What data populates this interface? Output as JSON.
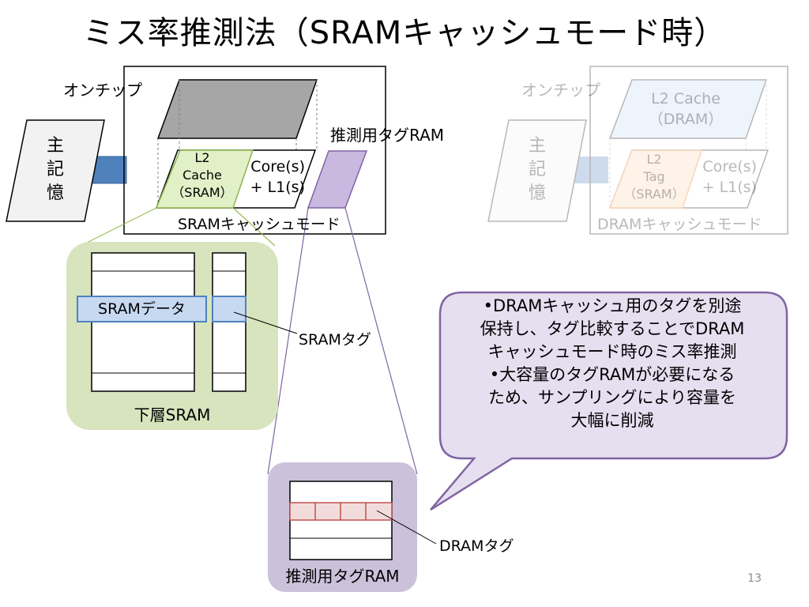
{
  "title": "ミス率推測法（SRAMキャッシュモード時）",
  "left_diagram": {
    "onchip_label": "オンチップ",
    "main_memory_label": [
      "主",
      "記",
      "憶"
    ],
    "l2_cache_label": [
      "L2",
      "Cache",
      "（SRAM）"
    ],
    "core_label": [
      "Core(s)",
      "+ L1(s)"
    ],
    "tag_ram_label": "推測用タグRAM",
    "mode_label": "SRAMキャッシュモード"
  },
  "right_diagram": {
    "onchip_label": "オンチップ",
    "main_memory_label": [
      "主",
      "記",
      "憶"
    ],
    "l2_cache_label": [
      "L2 Cache",
      "（DRAM）"
    ],
    "l2_tag_label": [
      "L2",
      "Tag",
      "（SRAM）"
    ],
    "core_label": [
      "Core(s)",
      "+ L1(s)"
    ],
    "mode_label": "DRAMキャッシュモード"
  },
  "lower_sram": {
    "data_label": "SRAMデータ",
    "tag_label": "SRAMタグ",
    "caption": "下層SRAM"
  },
  "tag_ram_detail": {
    "tag_label": "DRAMタグ",
    "caption": "推測用タグRAM"
  },
  "callout": {
    "lines": [
      "•DRAMキャッシュ用のタグを別途",
      "保持し、タグ比較することでDRAM",
      "キャッシュモード時のミス率推測",
      "•大容量のタグRAMが必要になる",
      "ため、サンプリングにより容量を",
      "大幅に削減"
    ]
  },
  "page_number": "13",
  "colors": {
    "l2_sram_fill": "#e2f0c8",
    "l2_sram_stroke": "#8cb44f",
    "tag_ram_fill": "#c9b8e0",
    "tag_ram_stroke": "#8064a2",
    "lower_sram_bg": "#d7e4bd",
    "tag_ram_detail_bg": "#ccc1da",
    "callout_fill": "#e5dff0",
    "callout_stroke": "#8064a2",
    "sram_data_fill": "#c6d9f1",
    "sram_data_stroke": "#4f81bd",
    "dram_tag_fill": "#f2dcdb",
    "dram_tag_stroke": "#c0504d",
    "connector": "#4f81bd"
  }
}
